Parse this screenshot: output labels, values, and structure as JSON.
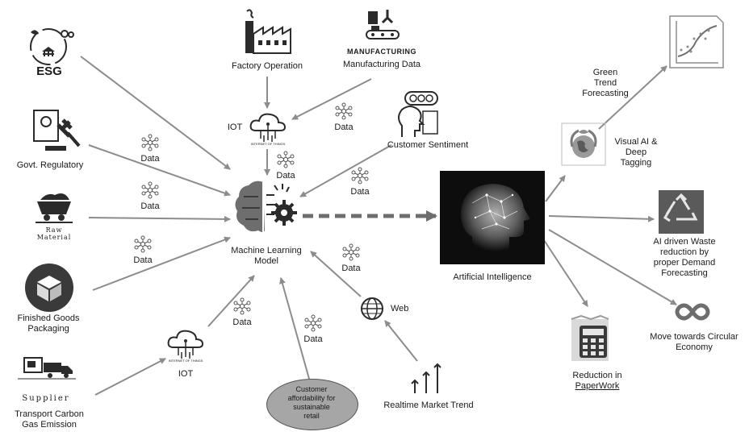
{
  "colors": {
    "arrow": "#8c8c8c",
    "dark": "#2b2b2b",
    "ellipse_fill": "#a6a6a6",
    "ai_bg": "#0d0d0d"
  },
  "sources": {
    "esg": "ESG",
    "govt": "Govt. Regulatory",
    "raw": "Raw\nMaterial",
    "finished": "Finished Goods\nPackaging",
    "supplier": "Supplier",
    "transport": "Transport Carbon\nGas Emission",
    "factory": "Factory Operation",
    "manufacturing_badge": "MANUFACTURING",
    "manufacturing": "Manufacturing Data",
    "sentiment": "Customer Sentiment",
    "web": "Web",
    "market": "Realtime Market Trend",
    "affordability": "Customer\naffordability for\nsustainable\nretail"
  },
  "iot": {
    "top": "IOT",
    "bottom": "IOT",
    "cloud_caption": "INTERNET OF THINGS"
  },
  "data_label": "Data",
  "center": {
    "ml": "Machine Learning\nModel",
    "ai": "Artificial Intelligence"
  },
  "outputs": {
    "green_trend": "Green\nTrend\nForecasting",
    "visual_ai": "Visual AI &\nDeep\nTagging",
    "waste": "AI driven Waste\nreduction by\nproper Demand\nForecasting",
    "circular": "Move towards Circular\nEconomy",
    "paperwork_line1": "Reduction in",
    "paperwork_line2": "PaperWork"
  }
}
